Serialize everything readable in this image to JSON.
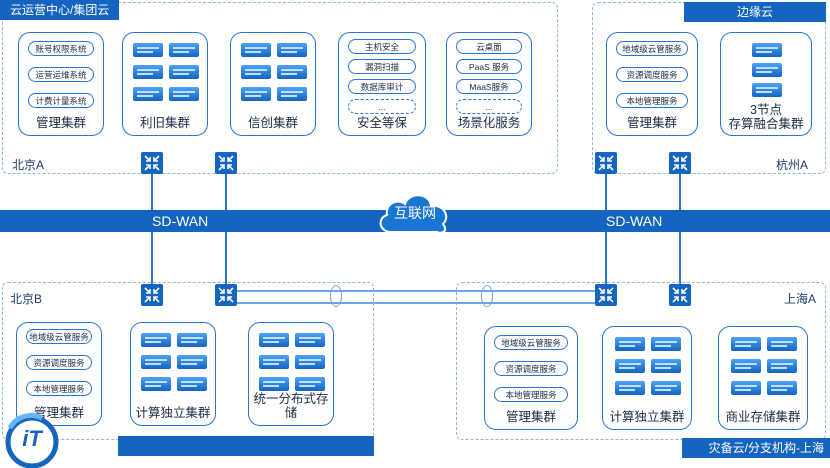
{
  "top_left": {
    "tag": "云运营中心/集团云",
    "site": "北京A",
    "clusters": [
      {
        "title": "管理集群",
        "items": [
          "账号权限系统",
          "运营运维系统",
          "计费计量系统"
        ]
      },
      {
        "title": "利旧集群"
      },
      {
        "title": "信创集群"
      },
      {
        "title": "安全等保",
        "items": [
          "主机安全",
          "漏洞扫描",
          "数据库审计",
          "..."
        ]
      },
      {
        "title": "场景化服务",
        "items": [
          "云桌面",
          "PaaS 服务",
          "MaaS服务",
          "..."
        ]
      }
    ]
  },
  "top_right": {
    "tag": "边缘云",
    "site": "杭州A",
    "clusters": [
      {
        "title": "管理集群",
        "items": [
          "地域级云管服务",
          "资源调度服务",
          "本地管理服务"
        ]
      },
      {
        "title_line1": "3节点",
        "title_line2": "存算融合集群"
      }
    ]
  },
  "wan": {
    "left_label": "SD-WAN",
    "right_label": "SD-WAN",
    "center_label": "互联网"
  },
  "bottom_left": {
    "site": "北京B",
    "clusters": [
      {
        "title": "管理集群",
        "items": [
          "地域级云管服务",
          "资源调度服务",
          "本地管理服务"
        ]
      },
      {
        "title": "计算独立集群"
      },
      {
        "title": "统一分布式存储"
      }
    ]
  },
  "bottom_right": {
    "site": "上海A",
    "tag": "灾备云/分支机构-上海",
    "clusters": [
      {
        "title": "管理集群",
        "items": [
          "地域级云管服务",
          "资源调度服务",
          "本地管理服务"
        ]
      },
      {
        "title": "计算独立集群"
      },
      {
        "title": "商业存储集群"
      }
    ]
  },
  "logo": {
    "text": "iT"
  }
}
